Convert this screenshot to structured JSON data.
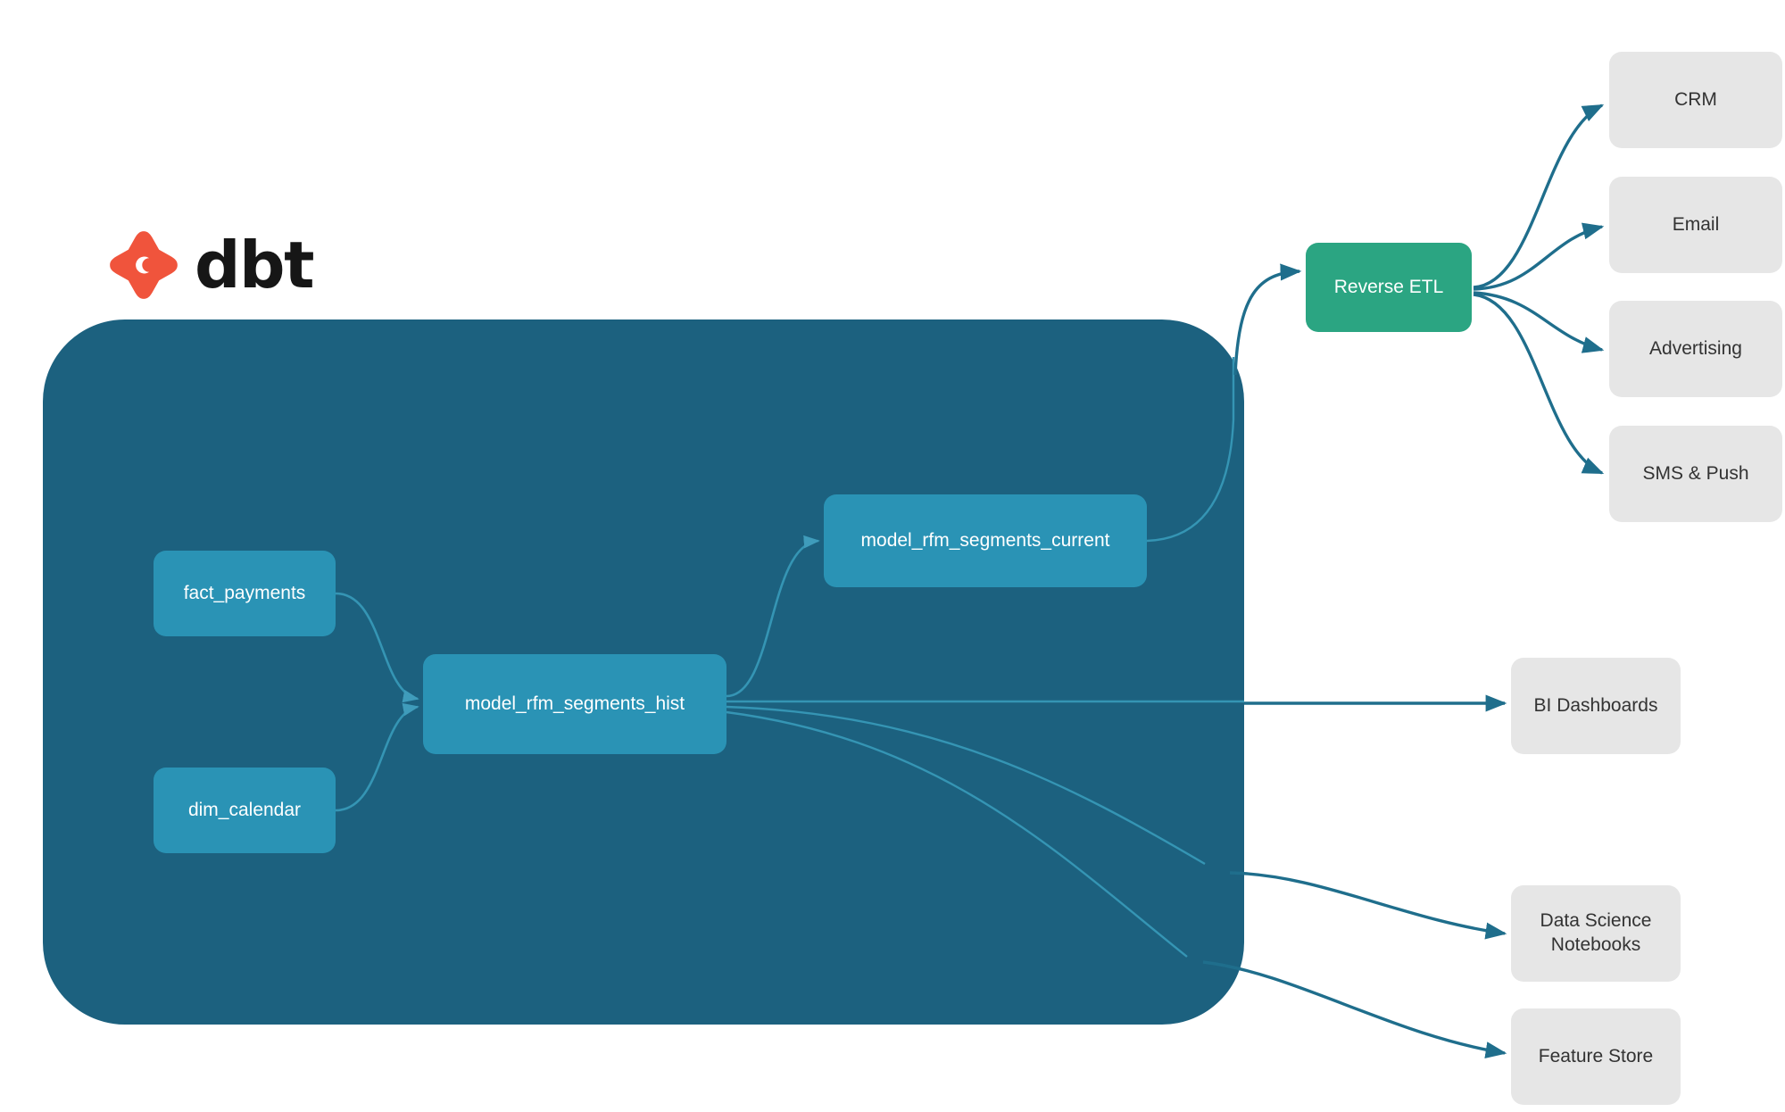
{
  "brand": {
    "logo_icon": "dbt-logo-icon",
    "wordmark": "dbt"
  },
  "colors": {
    "container_bg": "#1C617F",
    "model_node": "#2A93B5",
    "reverse_etl_node": "#2BA582",
    "destination_node": "#E6E6E6",
    "edge_outer": "#1F6E8C",
    "edge_inner": "#2E88A6",
    "brand_orange": "#F0543C",
    "wordmark_black": "#161616"
  },
  "container": {
    "name": "dbt-project-container"
  },
  "models": [
    {
      "id": "fact_payments",
      "label": "fact_payments"
    },
    {
      "id": "dim_calendar",
      "label": "dim_calendar"
    },
    {
      "id": "model_rfm_segments_hist",
      "label": "model_rfm_segments_hist"
    },
    {
      "id": "model_rfm_segments_current",
      "label": "model_rfm_segments_current"
    }
  ],
  "activation": {
    "reverse_etl_label": "Reverse ETL",
    "destinations": [
      {
        "id": "crm",
        "label": "CRM"
      },
      {
        "id": "email",
        "label": "Email"
      },
      {
        "id": "advertising",
        "label": "Advertising"
      },
      {
        "id": "sms_push",
        "label": "SMS & Push"
      }
    ]
  },
  "analytics": {
    "consumers": [
      {
        "id": "bi_dashboards",
        "label": "BI Dashboards"
      },
      {
        "id": "ds_notebooks",
        "label": "Data Science\nNotebooks",
        "line1": "Data Science",
        "line2": "Notebooks"
      },
      {
        "id": "feature_store",
        "label": "Feature Store"
      }
    ]
  },
  "edges": [
    {
      "from": "fact_payments",
      "to": "model_rfm_segments_hist",
      "arrow": true
    },
    {
      "from": "dim_calendar",
      "to": "model_rfm_segments_hist",
      "arrow": true
    },
    {
      "from": "model_rfm_segments_hist",
      "to": "model_rfm_segments_current",
      "arrow": true
    },
    {
      "from": "model_rfm_segments_current",
      "to": "reverse_etl",
      "arrow": true
    },
    {
      "from": "reverse_etl",
      "to": "crm",
      "arrow": true
    },
    {
      "from": "reverse_etl",
      "to": "email",
      "arrow": true
    },
    {
      "from": "reverse_etl",
      "to": "advertising",
      "arrow": true
    },
    {
      "from": "reverse_etl",
      "to": "sms_push",
      "arrow": true
    },
    {
      "from": "model_rfm_segments_hist",
      "to": "bi_dashboards",
      "arrow": true
    },
    {
      "from": "model_rfm_segments_hist",
      "to": "ds_notebooks",
      "arrow": true
    },
    {
      "from": "model_rfm_segments_hist",
      "to": "feature_store",
      "arrow": true
    }
  ]
}
